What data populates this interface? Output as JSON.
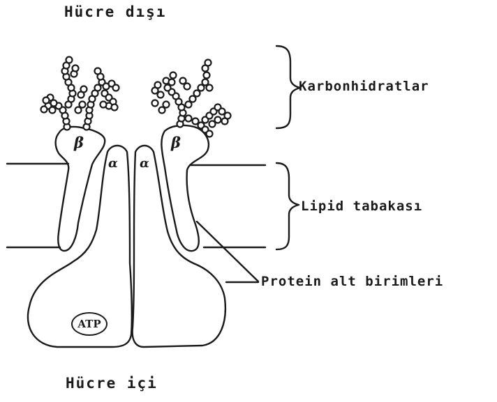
{
  "labels": {
    "outside": "Hücre dışı",
    "inside": "Hücre içi",
    "carbohydrates": "Karbonhidratlar",
    "lipid_layer": "Lipid tabakası",
    "protein_subunits": "Protein alt birimleri",
    "atp": "ATP",
    "beta": "β",
    "alpha": "α"
  }
}
